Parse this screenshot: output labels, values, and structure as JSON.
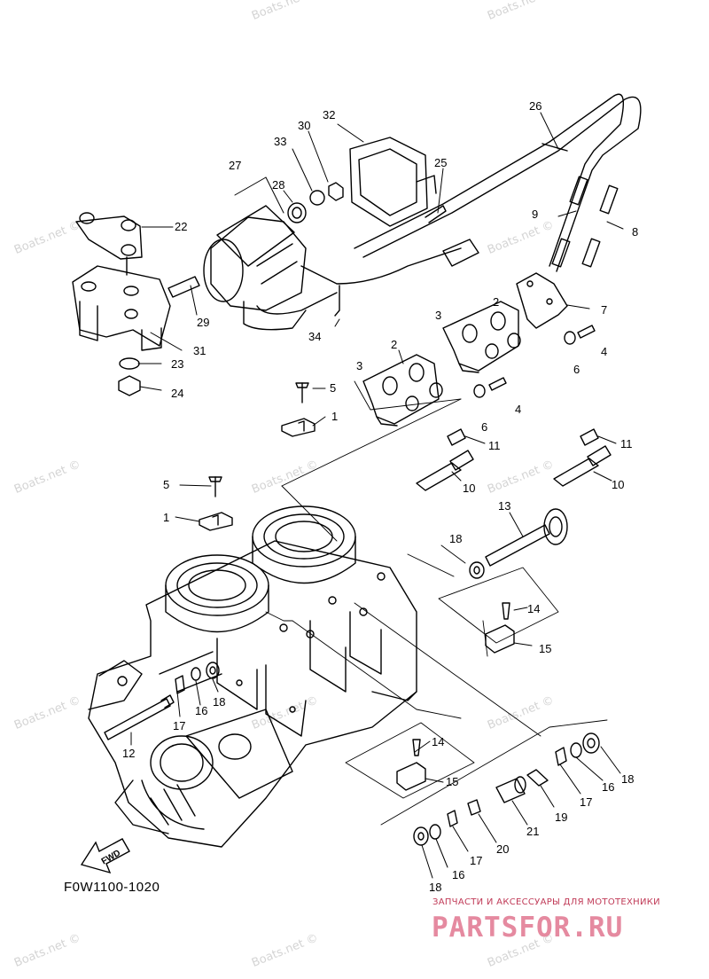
{
  "diagram_code": "F0W1100-1020",
  "fwd_label": "FWD",
  "watermark": "Boats.net ©",
  "site_tagline": "ЗАПЧАСТИ И АКСЕССУАРЫ ДЛЯ МОТОТЕХНИКИ",
  "site_logo": "PARTSFOR.RU",
  "callouts": [
    "1",
    "1",
    "2",
    "2",
    "3",
    "3",
    "4",
    "4",
    "5",
    "5",
    "6",
    "6",
    "7",
    "8",
    "9",
    "10",
    "10",
    "11",
    "11",
    "12",
    "13",
    "14",
    "14",
    "15",
    "15",
    "16",
    "16",
    "16",
    "17",
    "17",
    "17",
    "18",
    "18",
    "18",
    "18",
    "19",
    "20",
    "21",
    "22",
    "23",
    "24",
    "25",
    "26",
    "27",
    "28",
    "29",
    "30",
    "31",
    "32",
    "33",
    "34"
  ]
}
